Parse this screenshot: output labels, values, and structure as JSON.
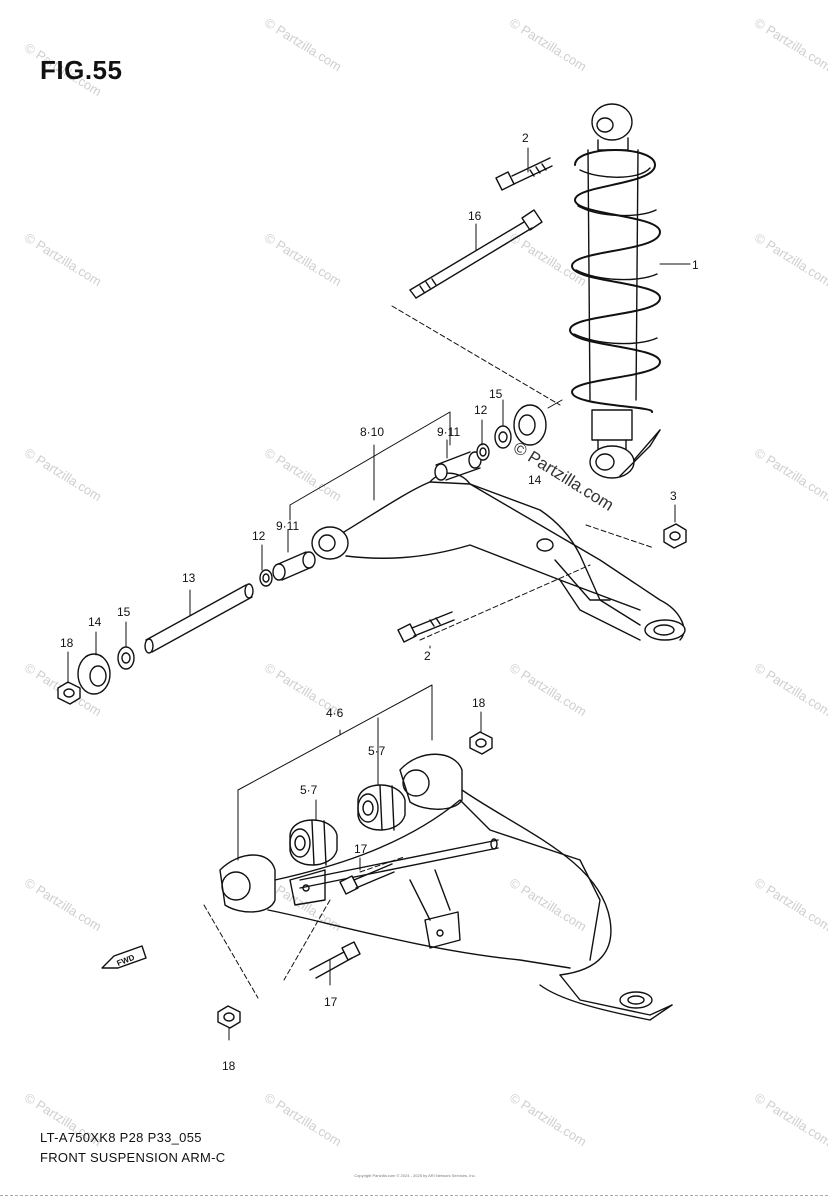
{
  "figure": {
    "title": "FIG.55",
    "code": "LT-A750XK8 P28 P33_055",
    "name": "FRONT SUSPENSION ARM-C"
  },
  "callouts": {
    "c1": "1",
    "c2a": "2",
    "c2b": "2",
    "c3": "3",
    "c46": "4·6",
    "c57a": "5·7",
    "c57b": "5·7",
    "c810": "8·10",
    "c911a": "9·11",
    "c911b": "9·11",
    "c12a": "12",
    "c12b": "12",
    "c13": "13",
    "c14a": "14",
    "c14b": "14",
    "c15a": "15",
    "c15b": "15",
    "c16": "16",
    "c17a": "17",
    "c17b": "17",
    "c18a": "18",
    "c18b": "18",
    "c18c": "18"
  },
  "fwd_label": "FWD",
  "watermark": "© Partzilla.com",
  "copyright": "Copyright Partzilla.com © 2024 - 2025 by ARI Network Services, Inc."
}
